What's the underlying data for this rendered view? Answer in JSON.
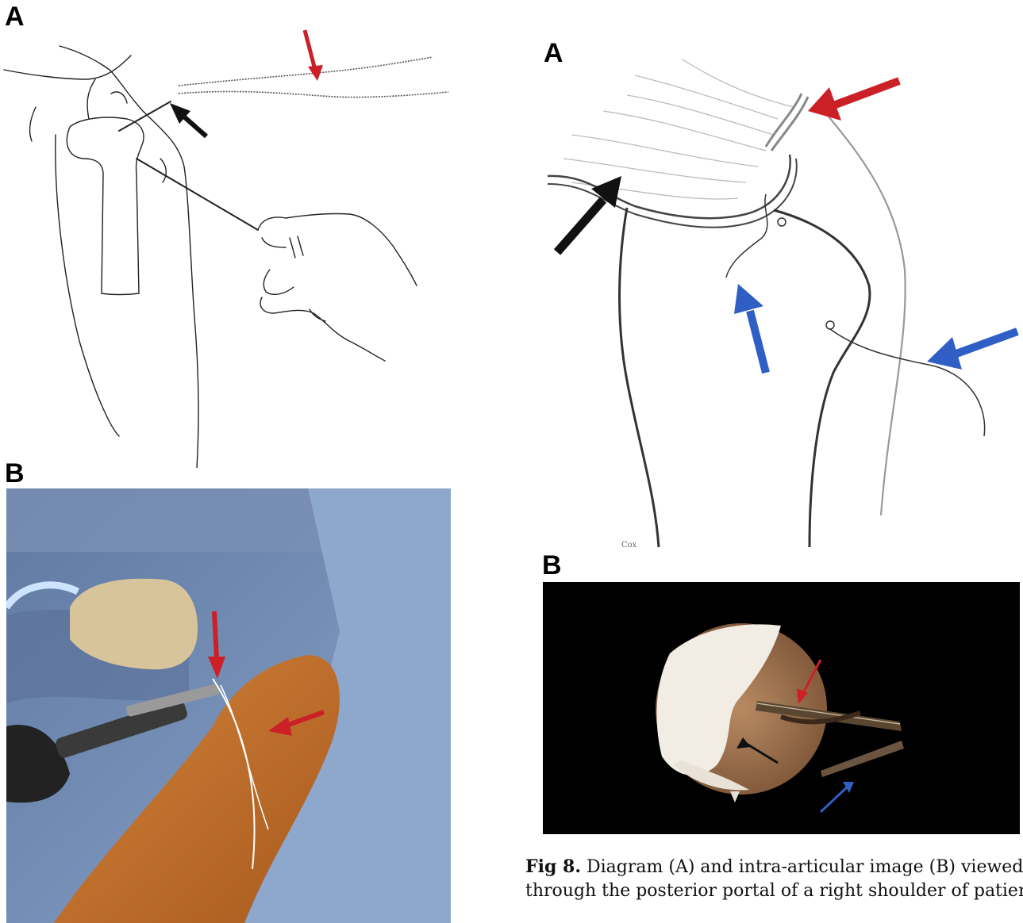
{
  "panels": {
    "left_a_label": "A",
    "left_b_label": "B",
    "right_a_label": "A",
    "right_b_label": "B"
  },
  "drawing_signature": "Cox",
  "caption": {
    "lead": "Fig 8.",
    "line1": " Diagram (A) and intra-articular image (B) viewed",
    "line2": "through the posterior portal of a right shoulder of patient in"
  },
  "colors": {
    "arrow_red": "#cc2027",
    "arrow_blue": "#2f5fc4",
    "arrow_black": "#111111",
    "drape_blue": "#6f86ad",
    "skin_prep": "#c9732a"
  },
  "icons": [
    "red-arrow-icon",
    "black-arrow-icon",
    "blue-arrow-icon"
  ]
}
